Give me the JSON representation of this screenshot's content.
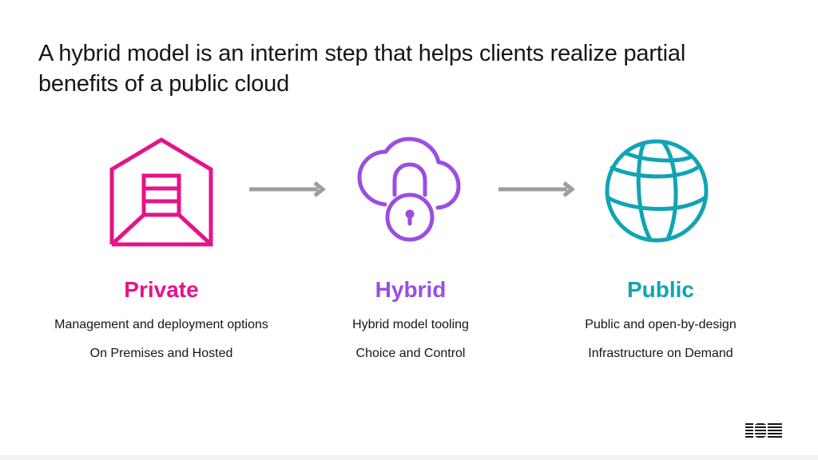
{
  "title": "A hybrid model is an interim step that helps clients realize partial benefits of a public cloud",
  "columns": [
    {
      "label": "Private",
      "color": "#e5138a",
      "icon": "data-center-icon",
      "lines": [
        "Management and deployment options",
        "On Premises and Hosted"
      ]
    },
    {
      "label": "Hybrid",
      "color": "#9b4de0",
      "icon": "cloud-lock-icon",
      "lines": [
        "Hybrid model tooling",
        "Choice and Control"
      ]
    },
    {
      "label": "Public",
      "color": "#10a4b5",
      "icon": "globe-icon",
      "lines": [
        "Public and open-by-design",
        "Infrastructure on Demand"
      ]
    }
  ],
  "arrow_color": "#9e9e9e",
  "logo": {
    "text": "IBM",
    "icon": "ibm-logo-icon"
  }
}
